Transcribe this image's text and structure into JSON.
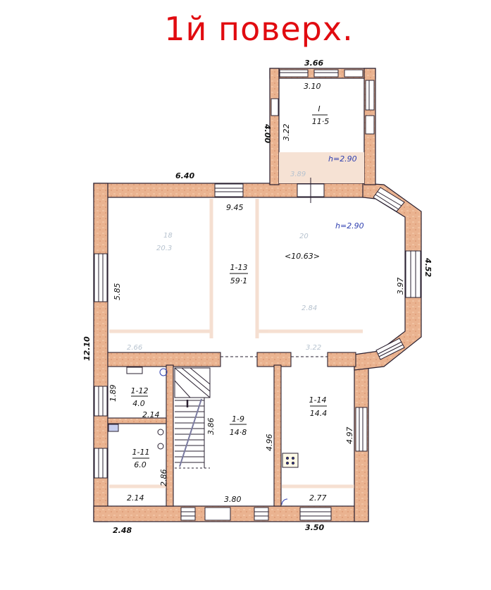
{
  "title": "1й поверх.",
  "colors": {
    "title": "#e10b10",
    "wall_fill": "#eab390",
    "wall_stroke": "#2a2030",
    "height_note": "#3040b0",
    "room_number_prefix": "#d43040"
  },
  "rooms": [
    {
      "id": "I",
      "area": "11.5",
      "label_number": "I",
      "label_area": "11·5"
    },
    {
      "id": "1-13",
      "area": "59.1",
      "label_number": "1-13",
      "label_area": "59·1"
    },
    {
      "id": "1-12",
      "area": "4.0",
      "label_number": "1-12",
      "label_area": "4.0"
    },
    {
      "id": "1-11",
      "area": "6.0",
      "label_number": "1-11",
      "label_area": "6.0"
    },
    {
      "id": "1-9",
      "area": "14.8",
      "label_number": "1-9",
      "label_area": "14·8"
    },
    {
      "id": "1-14",
      "area": "14.4",
      "label_number": "1-14",
      "label_area": "14.4"
    }
  ],
  "annotations": {
    "bay_window_length": "<10.63>",
    "height_main": "h=2.90",
    "height_porch": "h=2.90"
  },
  "dimensions": {
    "porch_outer_width": "3.66",
    "porch_inner_width": "3.10",
    "porch_outer_depth": "4.00",
    "porch_inner_depth": "3.22",
    "top_left_wall": "6.40",
    "hall_width": "9.45",
    "left_room_depth": "5.85",
    "bay_inner": "3.97",
    "bay_outer": "4.52",
    "total_left": "12.10",
    "wc_depth": "1.89",
    "wc_width": "2.14",
    "bath_width": "2.14",
    "bath_depth": "2.86",
    "stair_length": "3.86",
    "hall_depth": "4.96",
    "kitchen_depth": "4.97",
    "hall_bottom_width": "3.80",
    "kitchen_width": "2.77",
    "bottom_left_outer": "2.48",
    "bottom_right_outer": "3.50"
  }
}
